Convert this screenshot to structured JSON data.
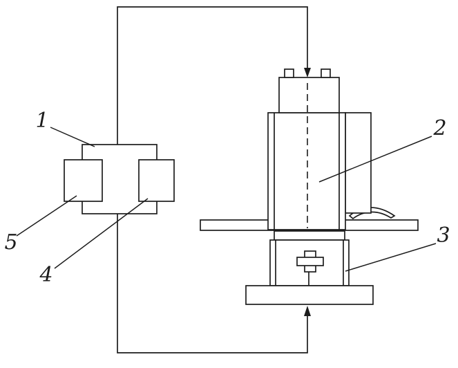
{
  "labels": {
    "l1": "1",
    "l2": "2",
    "l3": "3",
    "l4": "4",
    "l5": "5"
  },
  "colors": {
    "line": "#1c1c1c",
    "background": "#ffffff"
  }
}
